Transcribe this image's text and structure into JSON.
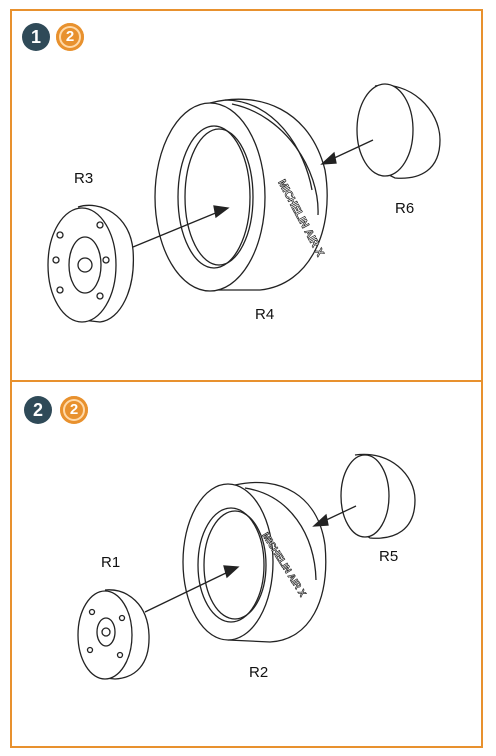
{
  "steps": [
    {
      "number": "1",
      "ref": "2",
      "parts": {
        "hub": "R3",
        "tire": "R4",
        "cap": "R6"
      },
      "tire_text": "MICHELIN AIR X"
    },
    {
      "number": "2",
      "ref": "2",
      "parts": {
        "hub": "R1",
        "tire": "R2",
        "cap": "R5"
      },
      "tire_text": "MICHELIN AIR X"
    }
  ],
  "colors": {
    "frame": "#e8912e",
    "step_badge": "#2f4a58",
    "ref_badge": "#e8912e"
  }
}
